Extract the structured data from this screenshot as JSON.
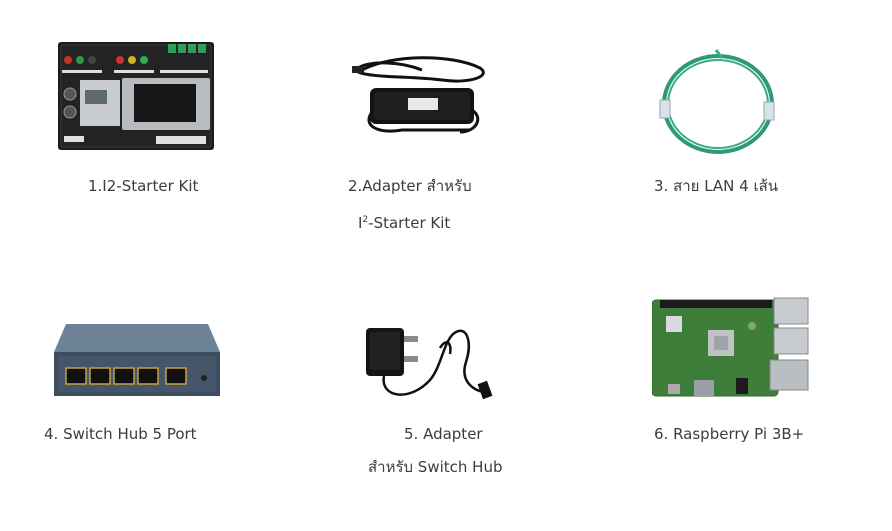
{
  "items": [
    {
      "caption": "1.I2-Starter Kit",
      "image": "i2-starter-kit-board"
    },
    {
      "caption_line1": "2.Adapter สำหรับ",
      "caption_line2_base": "I",
      "caption_line2_sup": "2",
      "caption_line2_rest": "-Starter Kit",
      "image": "power-adapter-brick"
    },
    {
      "caption": "3. สาย LAN 4 เส้น",
      "image": "lan-cable-coil"
    },
    {
      "caption": "4. Switch Hub 5 Port",
      "image": "network-switch"
    },
    {
      "caption_line1": "5. Adapter",
      "caption_line2": "สำหรับ Switch Hub",
      "image": "wall-adapter"
    },
    {
      "caption": "6. Raspberry Pi 3B+",
      "image": "raspberry-pi-board"
    }
  ]
}
